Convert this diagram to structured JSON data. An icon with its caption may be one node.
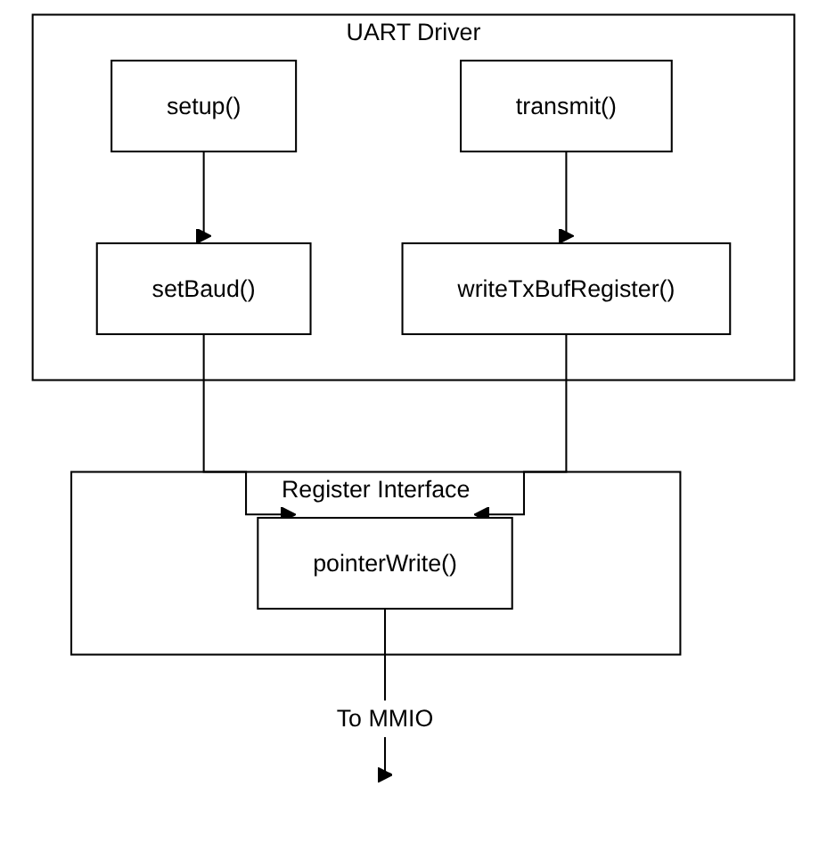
{
  "diagram": {
    "nodes": [
      {
        "text": [
          "UART Driver"
        ]
      },
      {
        "text": [
          "setup()"
        ],
        "in": 0
      },
      {
        "text": [
          "transmit()"
        ],
        "in": 0
      },
      {
        "text": [
          "setBaud()"
        ],
        "in": 0
      },
      {
        "text": [
          "writeTxBufRegister()"
        ],
        "in": 0
      },
      {
        "text": [
          "Register Interface"
        ]
      },
      {
        "text": [
          "pointerWrite()"
        ],
        "in": 5
      }
    ],
    "edges": [
      {
        "from": 1,
        "to": 3,
        "arrow": "to"
      },
      {
        "from": 2,
        "to": 4,
        "arrow": "to"
      },
      {
        "from": 3,
        "to": 6,
        "arrow": "to"
      },
      {
        "from": 4,
        "to": 6,
        "arrow": "to"
      },
      {
        "from": 6,
        "to": null,
        "arrow": "to",
        "label": "To MMIO"
      }
    ]
  }
}
